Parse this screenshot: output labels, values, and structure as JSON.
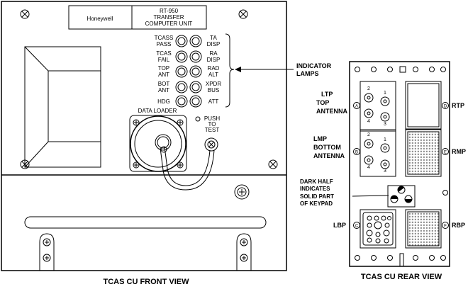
{
  "front_view": {
    "brand": "Honeywell",
    "model_lines": [
      "RT-950",
      "TRANSFER",
      "COMPUTER UNIT"
    ],
    "lamps_left": [
      [
        "TCASS",
        "PASS"
      ],
      [
        "TCAS",
        "FAIL"
      ],
      [
        "TOP",
        "ANT"
      ],
      [
        "BOT",
        "ANT"
      ],
      [
        "HDG"
      ]
    ],
    "lamps_right": [
      [
        "TA",
        "DISP"
      ],
      [
        "RA",
        "DISP"
      ],
      [
        "RAD",
        "ALT"
      ],
      [
        "XPDR",
        "BUS"
      ],
      [
        "ATT"
      ]
    ],
    "data_loader_label": "DATA LOADER",
    "push_to_test_lines": [
      "PUSH",
      "TO",
      "TEST"
    ],
    "caption": "TCAS CU FRONT VIEW"
  },
  "indicator_lamps_lines": [
    "INDICATOR",
    "LAMPS"
  ],
  "rear_view": {
    "ltp_lines": [
      "LTP",
      "TOP",
      "ANTENNA"
    ],
    "lmp_lines": [
      "LMP",
      "BOTTOM",
      "ANTENNA"
    ],
    "keypad_note_lines": [
      "DARK HALF",
      "INDICATES",
      "SOLID PART",
      "OF KEYPAD"
    ],
    "rtp_label": "RTP",
    "rmp_label": "RMP",
    "lbp_label": "LBP",
    "rbp_label": "RBP",
    "slot_letters": [
      "A",
      "B",
      "C",
      "D",
      "E",
      "F"
    ],
    "connector_pin_numbers": [
      "2",
      "1",
      "4",
      "3"
    ],
    "caption": "TCAS CU REAR VIEW"
  },
  "colors": {
    "line": "#000000",
    "background": "#ffffff",
    "grille": "#9a9a9a"
  }
}
